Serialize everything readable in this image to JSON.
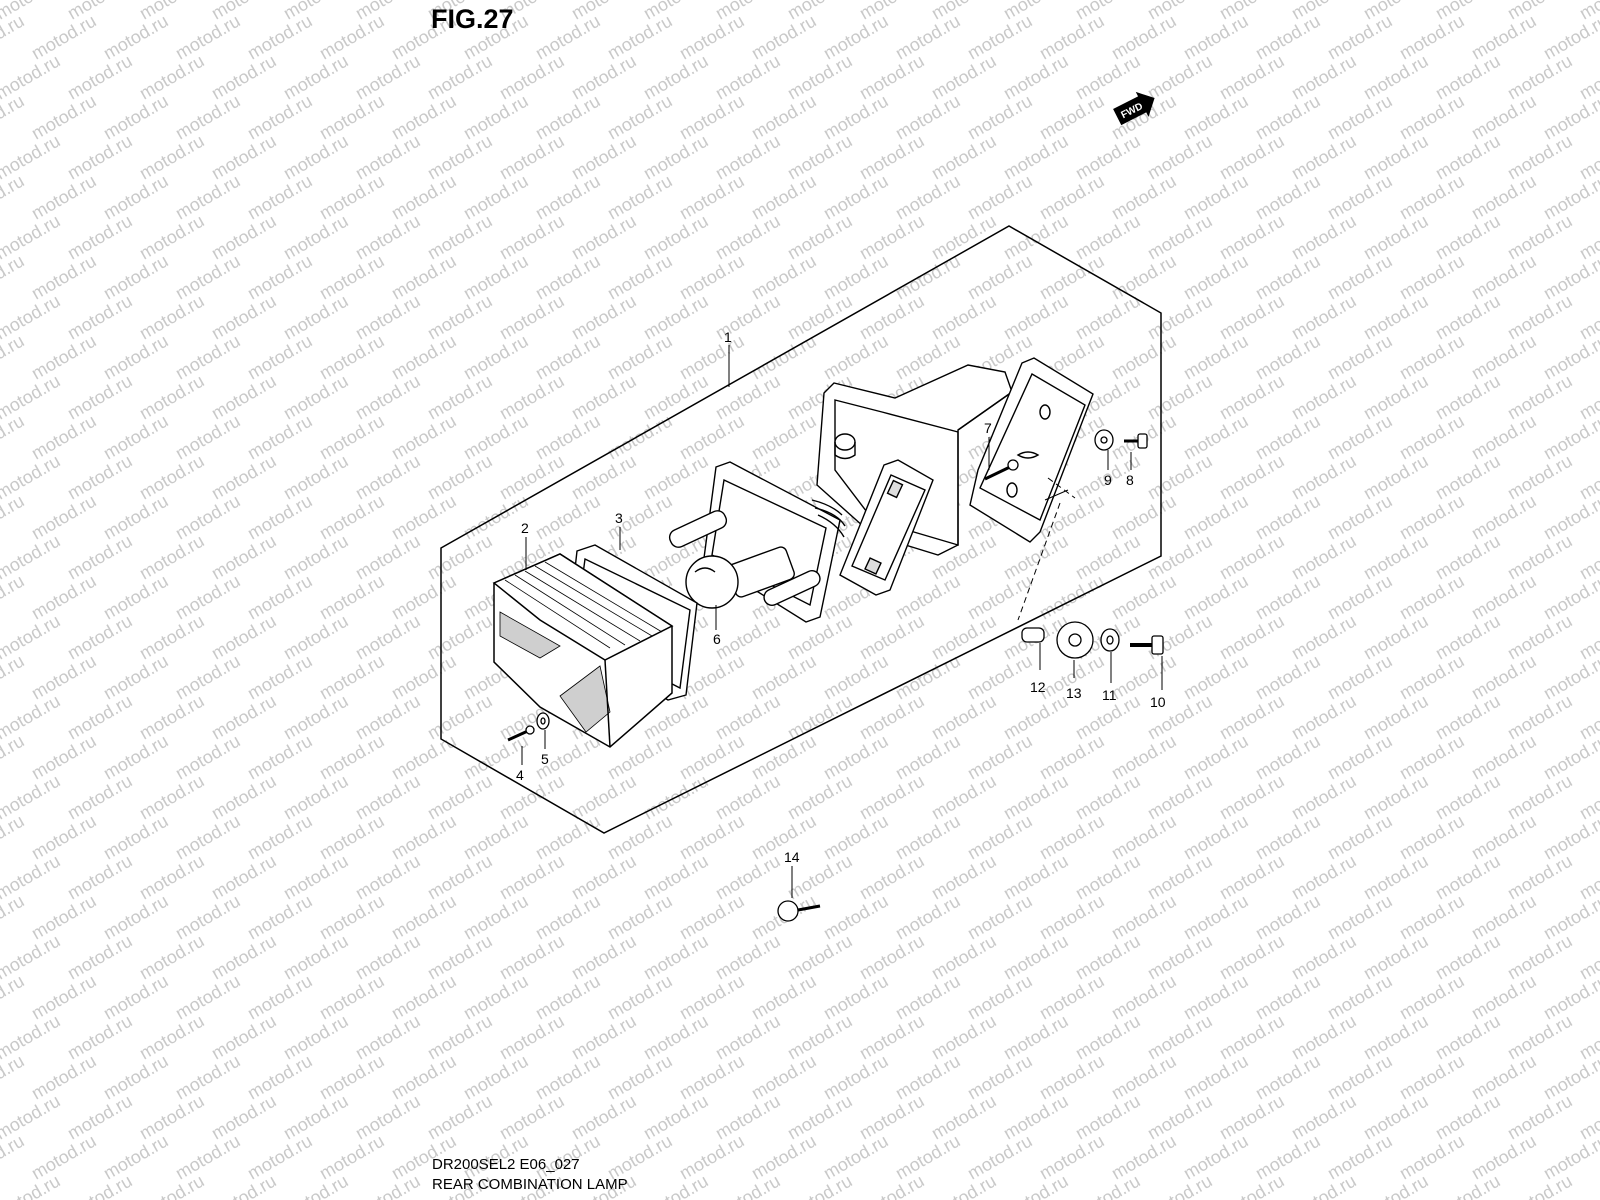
{
  "figure": {
    "title": "FIG.27",
    "code": "DR200SEL2 E06_027",
    "caption": "REAR COMBINATION LAMP"
  },
  "watermark": {
    "text": "motod.ru",
    "color": "#c9c9c9"
  },
  "fwd_marker": {
    "text": "FWD",
    "icon": "forward-arrow-icon"
  },
  "parts": [
    {
      "number": "1",
      "name": "rear-combination-lamp-assembly"
    },
    {
      "number": "2",
      "name": "lens"
    },
    {
      "number": "3",
      "name": "lens-gasket"
    },
    {
      "number": "4",
      "name": "lens-screw"
    },
    {
      "number": "5",
      "name": "washer"
    },
    {
      "number": "6",
      "name": "bulb"
    },
    {
      "number": "7",
      "name": "screw"
    },
    {
      "number": "8",
      "name": "bolt"
    },
    {
      "number": "9",
      "name": "washer"
    },
    {
      "number": "10",
      "name": "bolt"
    },
    {
      "number": "11",
      "name": "washer"
    },
    {
      "number": "12",
      "name": "spacer"
    },
    {
      "number": "13",
      "name": "cushion"
    },
    {
      "number": "14",
      "name": "clamp"
    }
  ]
}
